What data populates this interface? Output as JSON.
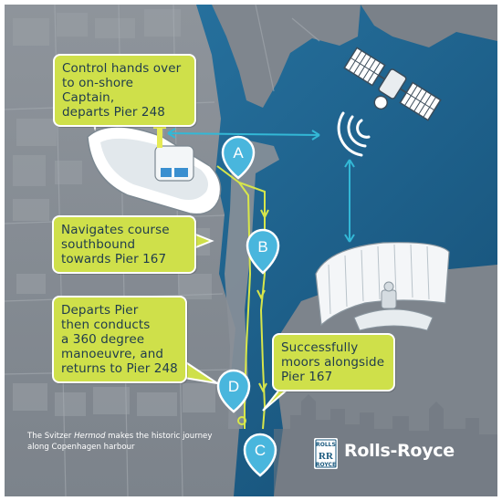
{
  "callouts": {
    "control": "Control hands over\nto on-shore Captain,\ndeparts Pier 248",
    "navigates": "Navigates course\nsouthbound\ntowards Pier 167",
    "departs": "Departs Pier\nthen conducts\na 360 degree\nmanoeuvre, and\nreturns to Pier 248",
    "moors": "Successfully\nmoors alongside\nPier 167"
  },
  "waypoints": {
    "a": "A",
    "b": "B",
    "c": "C",
    "d": "D"
  },
  "caption": {
    "before": "The Svitzer ",
    "ship_name": "Hermod",
    "after": " makes the historic journey along Copenhagen harbour"
  },
  "brand": {
    "name": "Rolls-Royce",
    "logo_top": "ROLLS",
    "logo_bottom": "ROYCE",
    "logo_letters": "RR"
  },
  "colors": {
    "water": "#1e5e86",
    "land": "#868d95",
    "callout": "#cfe04a",
    "route": "#d7e64a",
    "link": "#33b8d6",
    "pin": "#49b6dd"
  },
  "icons": {
    "satellite": "satellite-icon",
    "signal": "signal-waves-icon",
    "ship": "tugboat-icon",
    "control_center": "remote-control-centre-icon"
  }
}
